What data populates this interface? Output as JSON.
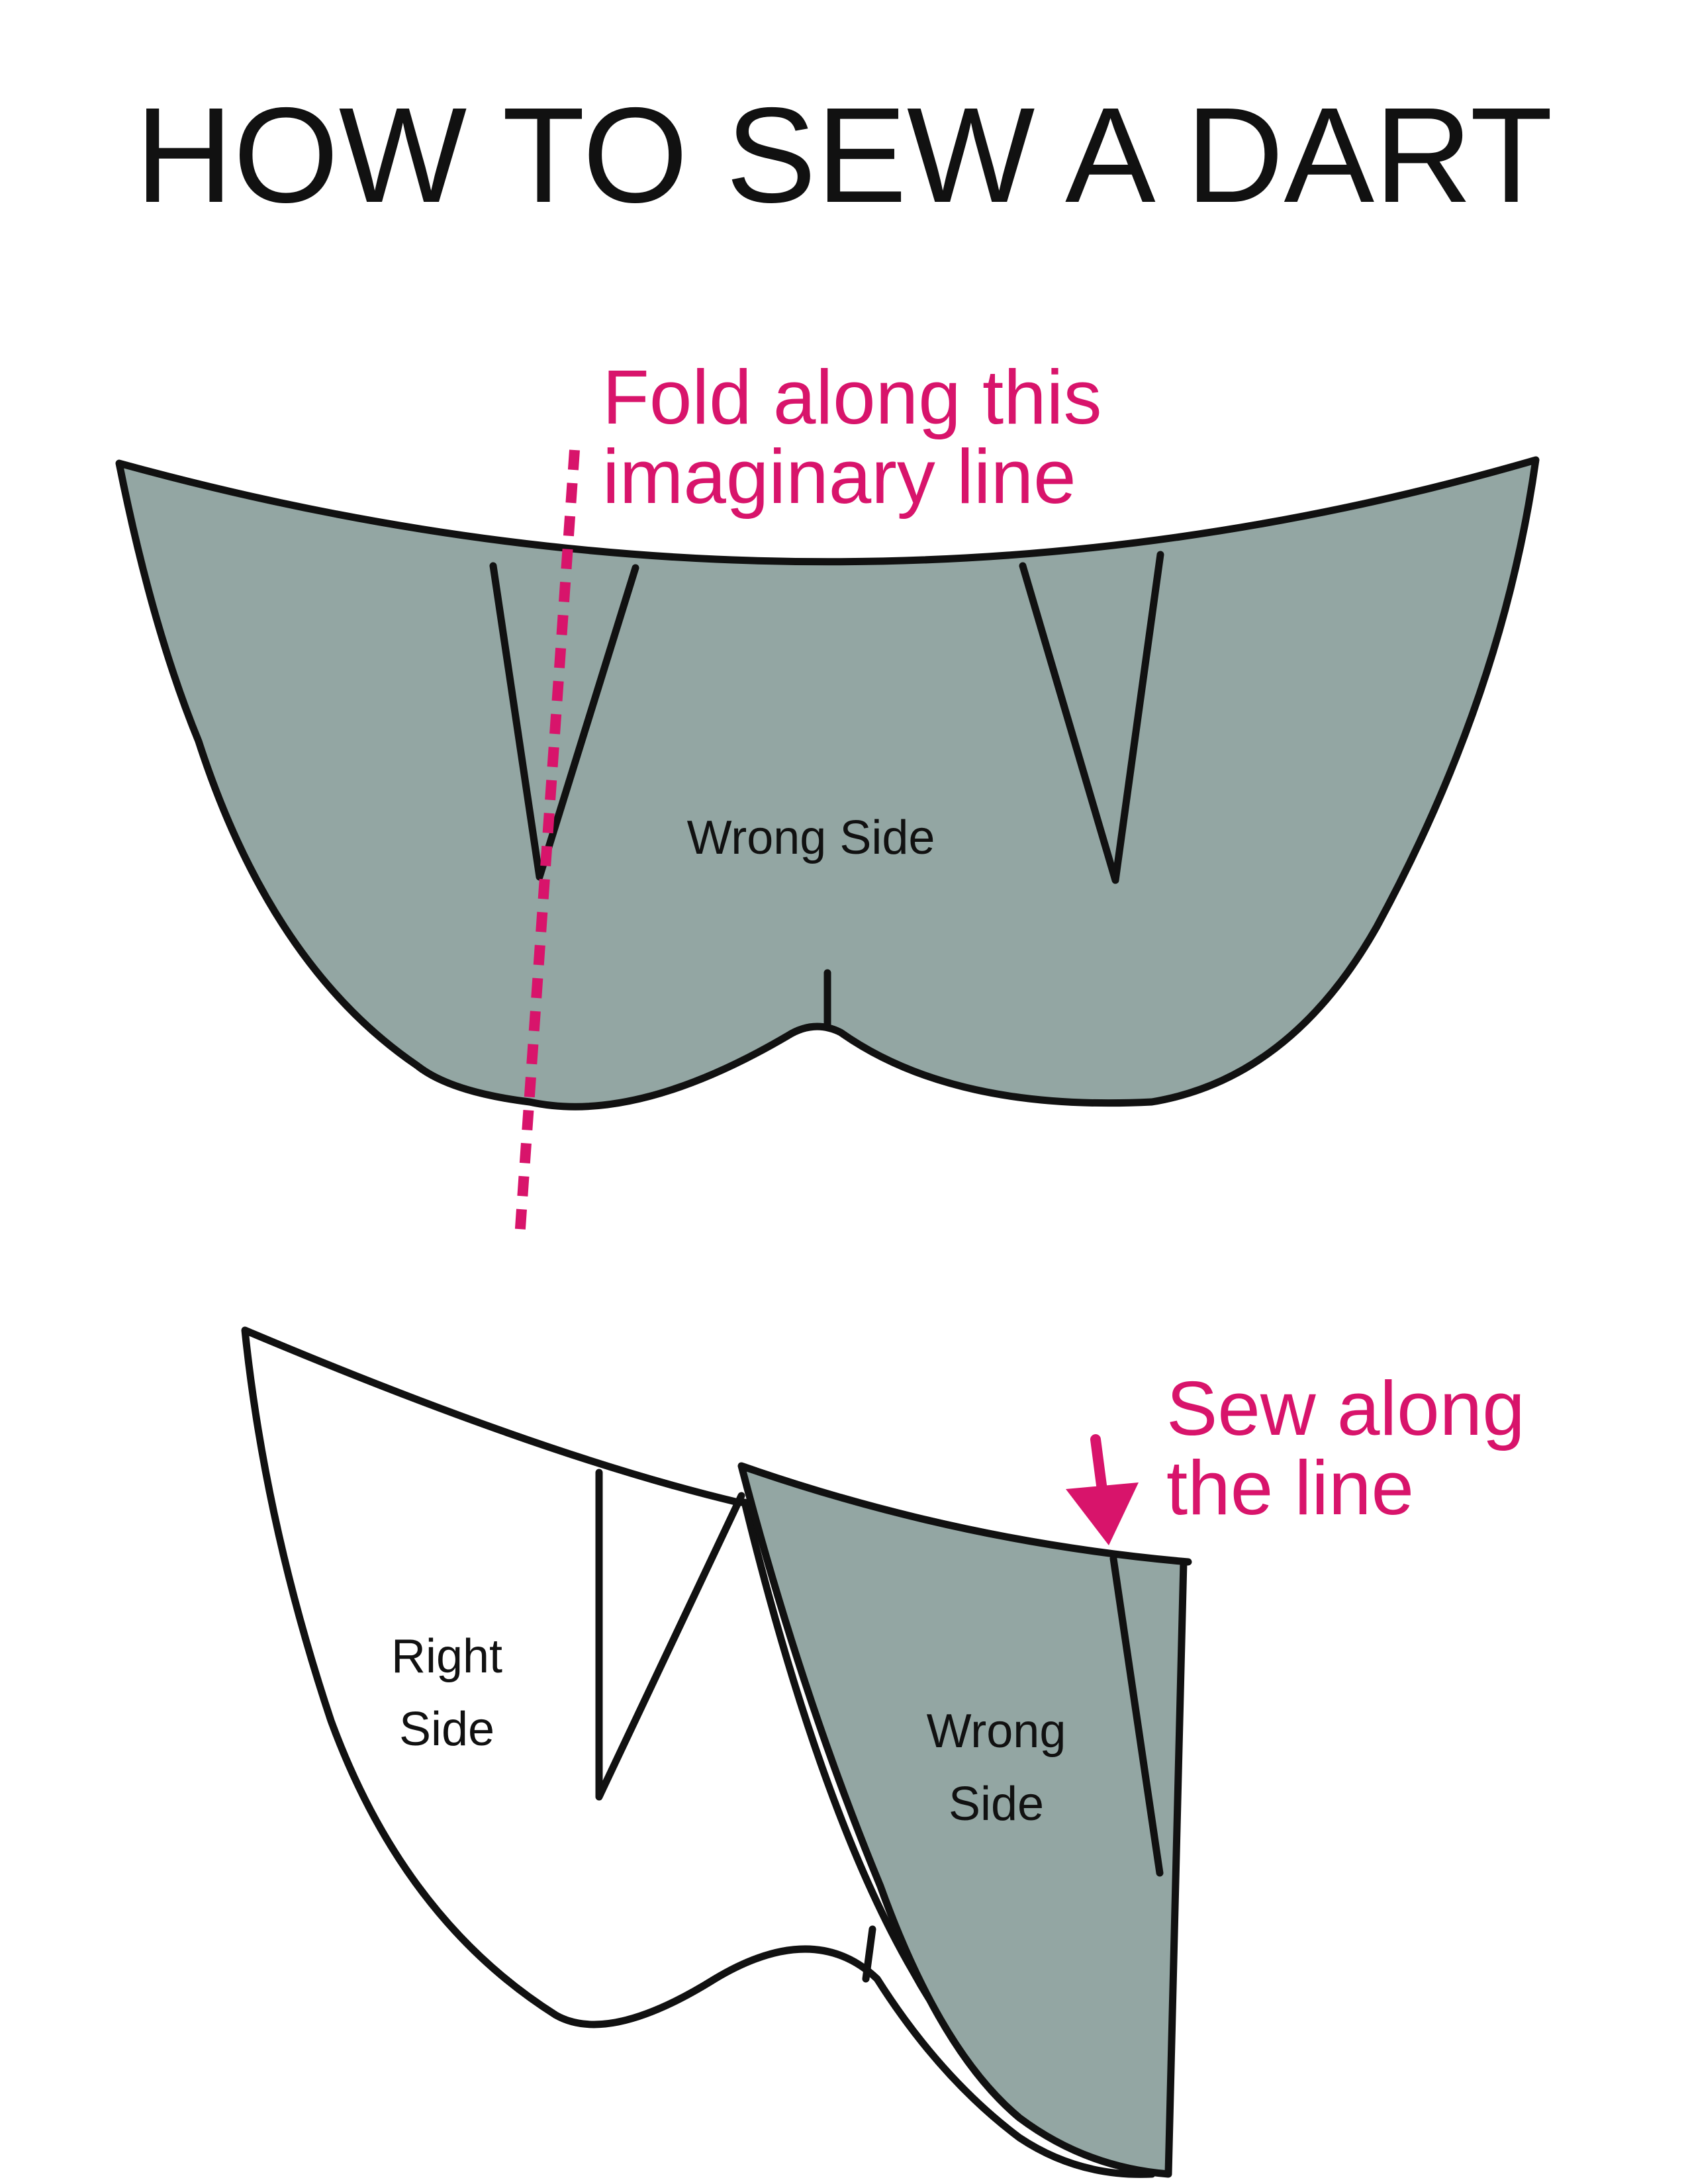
{
  "title": "HOW TO SEW A DART",
  "colors": {
    "fabric_wrong_side": "#93a6a3",
    "fabric_right_side": "#ffffff",
    "outline": "#111111",
    "accent": "#d8146b"
  },
  "steps": {
    "fold": {
      "annotation_line1": "Fold along this",
      "annotation_line2": "imaginary line",
      "piece_label": "Wrong Side"
    },
    "sew": {
      "annotation_line1": "Sew along",
      "annotation_line2": "the line",
      "right_side_line1": "Right",
      "right_side_line2": "Side",
      "wrong_side_line1": "Wrong",
      "wrong_side_line2": "Side"
    }
  }
}
